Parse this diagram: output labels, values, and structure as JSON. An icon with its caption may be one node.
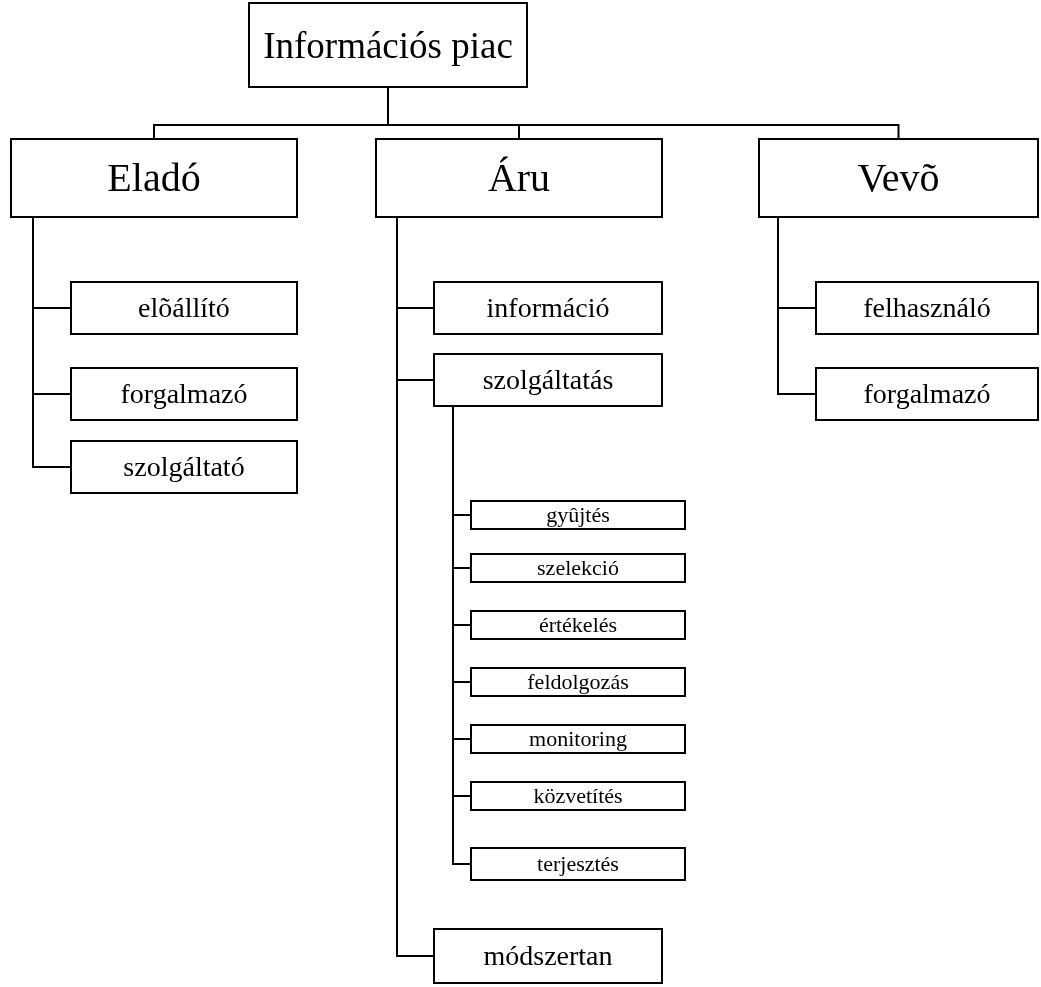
{
  "diagram": {
    "nodes": [
      {
        "text": [
          "Információs piac"
        ]
      },
      {
        "text": [
          "Eladó"
        ]
      },
      {
        "text": [
          "Áru"
        ]
      },
      {
        "text": [
          "Vevõ"
        ]
      },
      {
        "text": [
          "elõállító"
        ]
      },
      {
        "text": [
          "forgalmazó"
        ]
      },
      {
        "text": [
          "szolgáltató"
        ]
      },
      {
        "text": [
          "információ"
        ]
      },
      {
        "text": [
          "szolgáltatás"
        ]
      },
      {
        "text": [
          "gyûjtés"
        ]
      },
      {
        "text": [
          "szelekció"
        ]
      },
      {
        "text": [
          "értékelés"
        ]
      },
      {
        "text": [
          "feldolgozás"
        ]
      },
      {
        "text": [
          "monitoring"
        ]
      },
      {
        "text": [
          "közvetítés"
        ]
      },
      {
        "text": [
          "terjesztés"
        ]
      },
      {
        "text": [
          "módszertan"
        ]
      },
      {
        "text": [
          "felhasználó"
        ]
      },
      {
        "text": [
          "forgalmazó"
        ]
      }
    ],
    "edges": [
      {
        "from": 0,
        "to": 1,
        "arrow": "none"
      },
      {
        "from": 0,
        "to": 2,
        "arrow": "none"
      },
      {
        "from": 0,
        "to": 3,
        "arrow": "none"
      },
      {
        "from": 1,
        "to": 4,
        "arrow": "none"
      },
      {
        "from": 1,
        "to": 5,
        "arrow": "none"
      },
      {
        "from": 1,
        "to": 6,
        "arrow": "none"
      },
      {
        "from": 2,
        "to": 7,
        "arrow": "none"
      },
      {
        "from": 2,
        "to": 8,
        "arrow": "none"
      },
      {
        "from": 8,
        "to": 9,
        "arrow": "none"
      },
      {
        "from": 8,
        "to": 10,
        "arrow": "none"
      },
      {
        "from": 8,
        "to": 11,
        "arrow": "none"
      },
      {
        "from": 8,
        "to": 12,
        "arrow": "none"
      },
      {
        "from": 8,
        "to": 13,
        "arrow": "none"
      },
      {
        "from": 8,
        "to": 14,
        "arrow": "none"
      },
      {
        "from": 8,
        "to": 15,
        "arrow": "none"
      },
      {
        "from": 2,
        "to": 16,
        "arrow": "none"
      },
      {
        "from": 3,
        "to": 17,
        "arrow": "none"
      },
      {
        "from": 3,
        "to": 18,
        "arrow": "none"
      }
    ]
  }
}
